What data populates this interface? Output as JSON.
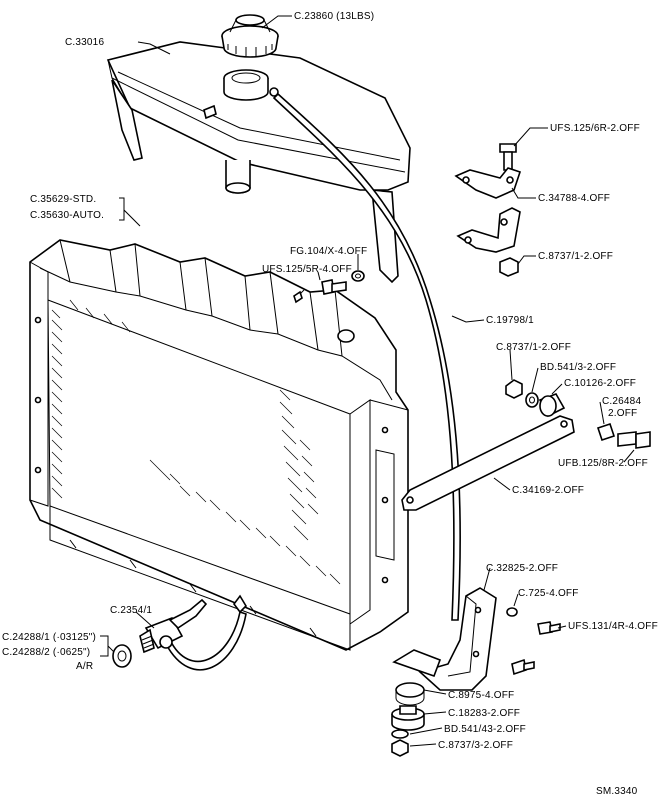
{
  "labels": {
    "cap": "C.23860 (13LBS)",
    "tank": "C.33016",
    "rad_std": "C.35629-STD.",
    "rad_auto": "C.35630-AUTO.",
    "bolt_top": "UFS.125/6R-2.OFF",
    "bracket": "C.34788-4.OFF",
    "nut_top": "C.8737/1-2.OFF",
    "washer_fg": "FG.104/X-4.OFF",
    "bolt_ufs": "UFS.125/5R-4.OFF",
    "hose": "C.19798/1",
    "nut_mid": "C.8737/1-2.OFF",
    "washer_bd": "BD.541/3-2.OFF",
    "bush": "C.10126-2.OFF",
    "spacer": "C.26484",
    "spacer_qty": "2.OFF",
    "bolt_ufb": "UFB.125/8R-2.OFF",
    "stay": "C.34169-2.OFF",
    "tap": "C.2354/1",
    "washer_a": "C.24288/1 (·03125\")",
    "washer_b": "C.24288/2 (·0625\")",
    "ar": "A/R",
    "mount": "C.32825-2.OFF",
    "washer_725": "C.725-4.OFF",
    "bolt_ufs131": "UFS.131/4R-4.OFF",
    "pad": "C.8975-4.OFF",
    "insulator": "C.18283-2.OFF",
    "washer_bd43": "BD.541/43-2.OFF",
    "nut_bottom": "C.8737/3-2.OFF",
    "ref": "SM.3340"
  }
}
